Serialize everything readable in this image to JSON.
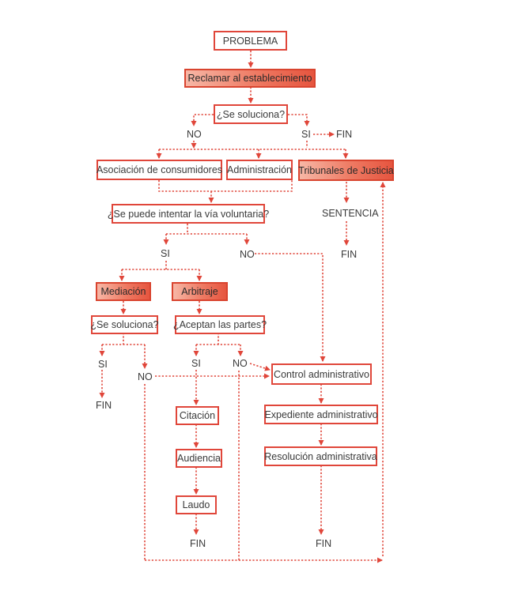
{
  "nodes": {
    "problema": "PROBLEMA",
    "reclamar": "Reclamar al establecimiento",
    "se_soluciona_1": "¿Se soluciona?",
    "asociacion": "Asociación de consumidores",
    "administracion": "Administración",
    "tribunales": "Tribunales de Justicia",
    "via_voluntaria": "¿Se puede intentar la vía voluntaria?",
    "mediacion": "Mediación",
    "arbitraje": "Arbitraje",
    "se_soluciona_2": "¿Se soluciona?",
    "aceptan_partes": "¿Aceptan las partes?",
    "control_admin": "Control administrativo",
    "citacion": "Citación",
    "expediente_admin": "Expediente administrativo",
    "audiencia": "Audiencia",
    "resolucion_admin": "Resolución administrativa",
    "laudo": "Laudo"
  },
  "labels": {
    "no_1": "NO",
    "si_1": "SI",
    "fin_1": "FIN",
    "sentencia": "SENTENCIA",
    "fin_tribunales": "FIN",
    "si_2": "SI",
    "no_2": "NO",
    "si_3": "SI",
    "no_3": "NO",
    "fin_mediacion": "FIN",
    "si_4": "SI",
    "no_4": "NO",
    "fin_laudo": "FIN",
    "fin_admin": "FIN"
  },
  "colors": {
    "line": "#e0463a",
    "box_border": "#e0463a",
    "filled_gradient": [
      "#f7b7a6",
      "#e6553f"
    ]
  }
}
